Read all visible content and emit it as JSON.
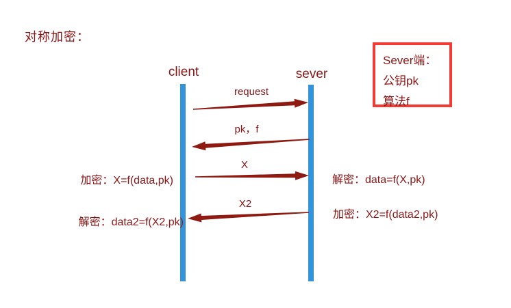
{
  "title": "对称加密：",
  "diagram": {
    "lifelines": [
      {
        "id": "client",
        "label": "client"
      },
      {
        "id": "sever",
        "label": "sever"
      }
    ],
    "messages": [
      {
        "id": "request",
        "label": "request",
        "from": "client",
        "to": "sever"
      },
      {
        "id": "pk-f",
        "label": "pk，f",
        "from": "sever",
        "to": "client"
      },
      {
        "id": "x",
        "label": "X",
        "from": "client",
        "to": "sever"
      },
      {
        "id": "x2",
        "label": "X2",
        "from": "sever",
        "to": "client"
      }
    ],
    "annotations": {
      "client_encrypt": "加密：X=f(data,pk)",
      "client_decrypt": "解密：data2=f(X2,pk)",
      "sever_decrypt": "解密：data=f(X,pk)",
      "sever_encrypt": "加密：X2=f(data2,pk)"
    },
    "info_box": {
      "lines": [
        "Sever端：",
        "公钥pk",
        "算法f"
      ]
    }
  },
  "colors": {
    "dark_red": "#8B1515",
    "arrow_red": "#8E1A12",
    "box_border_red": "#F23B34",
    "lifeline_blue": "#3295DB"
  }
}
